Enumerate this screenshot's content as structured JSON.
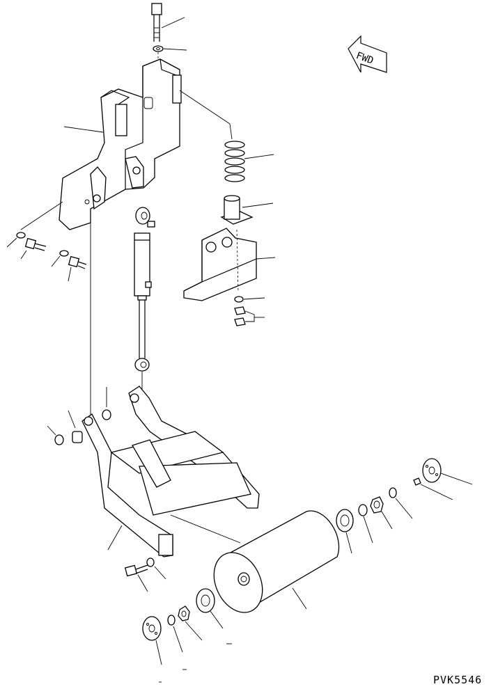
{
  "drawing": {
    "direction_label": "FWD",
    "drawing_code": "PVK5546"
  },
  "parts": [
    {
      "name": "bolt-top"
    },
    {
      "name": "washer-top"
    },
    {
      "name": "pedal-bracket"
    },
    {
      "name": "spring"
    },
    {
      "name": "spring-seat"
    },
    {
      "name": "stopper-bracket"
    },
    {
      "name": "washer-mid"
    },
    {
      "name": "nut-mid"
    },
    {
      "name": "cylinder"
    },
    {
      "name": "pedal-arm"
    },
    {
      "name": "roller"
    },
    {
      "name": "bearing-right"
    },
    {
      "name": "cover-plate-left"
    },
    {
      "name": "bearing-left"
    }
  ]
}
